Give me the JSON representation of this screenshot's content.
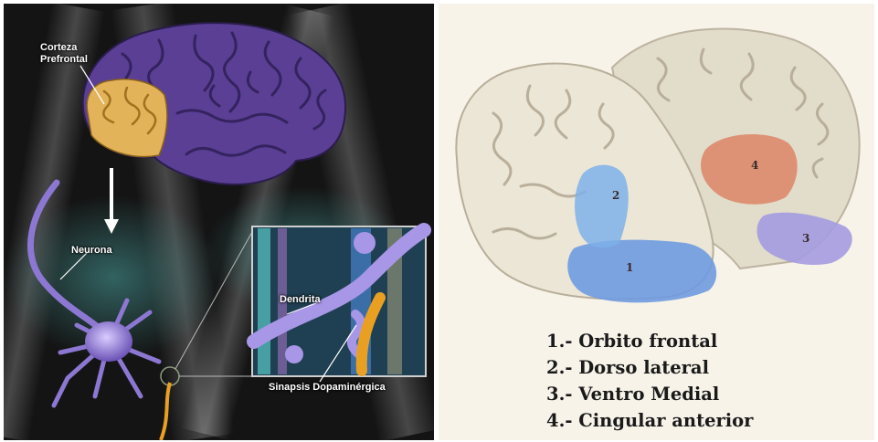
{
  "left_panel": {
    "labels": {
      "prefrontal_cortex": [
        "Corteza",
        "Prefrontal"
      ],
      "neuron": "Neurona",
      "dendrite": "Dendrita",
      "dopaminergic_synapse": "Sinapsis Dopaminérgica"
    },
    "colors": {
      "brain": "#5a3f95",
      "prefrontal": "#e3b35a",
      "neuron": "#8c77d2",
      "axon_terminal": "#e9a022",
      "background": "#141414"
    }
  },
  "right_panel": {
    "region_markers": [
      "1",
      "2",
      "3",
      "4"
    ],
    "legend": [
      "1.- Orbito frontal",
      "2.- Dorso lateral",
      "3.- Ventro Medial",
      "4.- Cingular anterior"
    ],
    "colors": {
      "brain": "#e8e2d0",
      "orbito_frontal": "#6f9be0",
      "dorso_lateral": "#7fb0ea",
      "ventro_medial": "#a49be0",
      "cingular_anterior": "#dd8a6c"
    }
  }
}
